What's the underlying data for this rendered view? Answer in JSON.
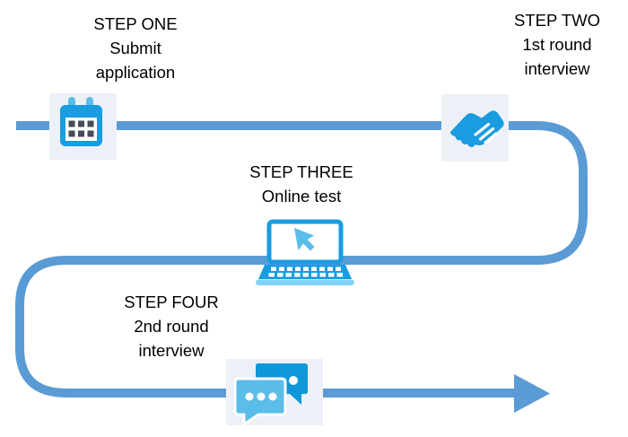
{
  "colors": {
    "connector": "#5B9BD5",
    "icon_primary": "#199CE0",
    "icon_light": "#5BBDE9",
    "icon_bg": "#EDF1F7",
    "bubble_back": "#0F97D9",
    "laptop_base": "#7FD2F4",
    "key_dark": "#454B54",
    "text": "#000000"
  },
  "flow": {
    "shape": "s-curve",
    "arrow_direction": "right"
  },
  "steps": [
    {
      "id": "step-one",
      "icon": "calendar-icon",
      "lines": [
        "STEP ONE",
        "Submit",
        "application"
      ]
    },
    {
      "id": "step-two",
      "icon": "handshake-icon",
      "lines": [
        "STEP TWO",
        "1st round",
        "interview"
      ]
    },
    {
      "id": "step-three",
      "icon": "laptop-cursor-icon",
      "lines": [
        "STEP THREE",
        "Online test"
      ]
    },
    {
      "id": "step-four",
      "icon": "chat-bubbles-icon",
      "lines": [
        "STEP FOUR",
        "2nd round",
        "interview"
      ]
    }
  ]
}
